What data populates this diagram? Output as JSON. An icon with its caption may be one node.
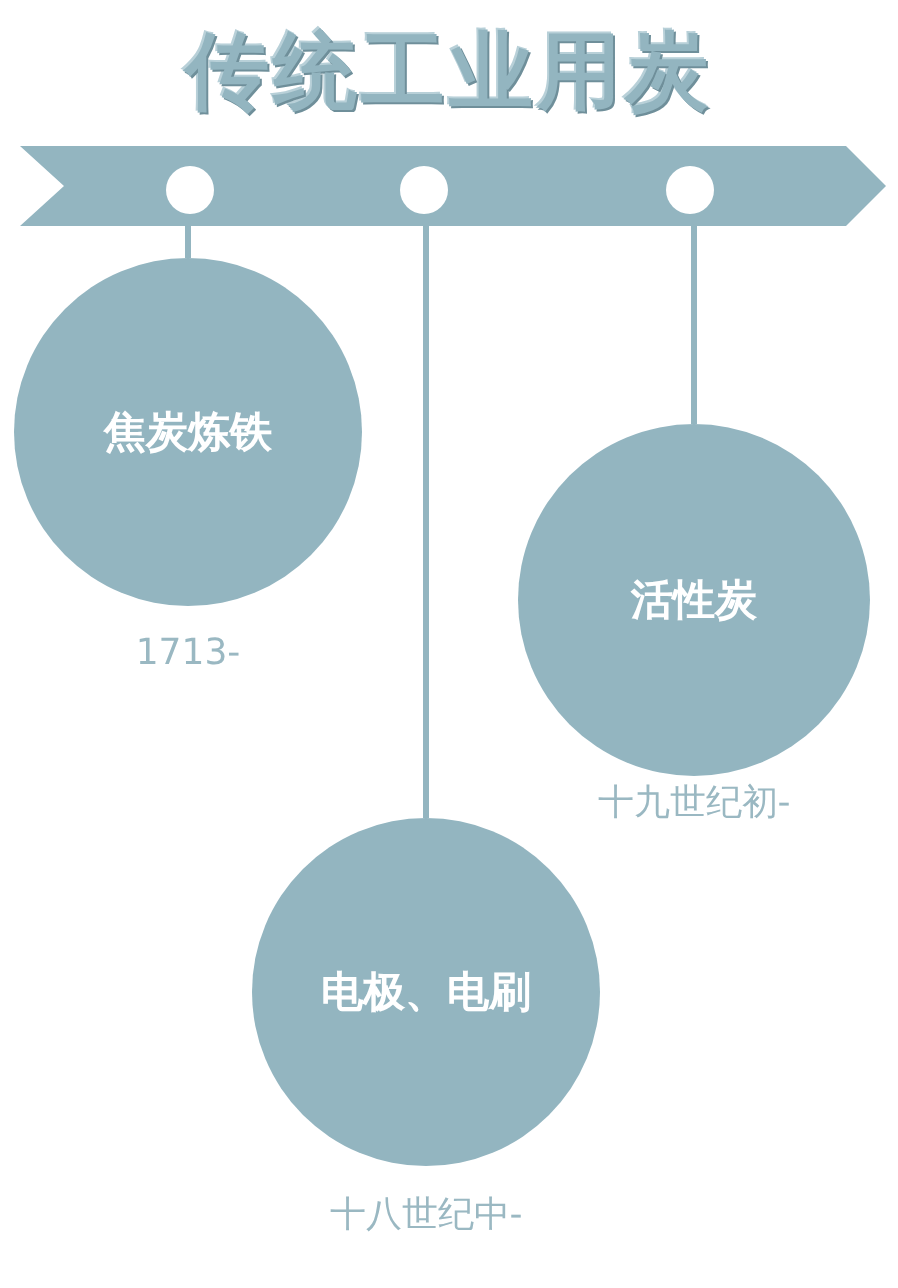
{
  "diagram": {
    "title": "传统工业用炭",
    "nodes": [
      {
        "text": [],
        "shape": "bar"
      },
      {
        "text": [],
        "shape": "circle",
        "in": 0
      },
      {
        "text": [],
        "shape": "circle",
        "in": 0
      },
      {
        "text": [],
        "shape": "circle",
        "in": 0
      },
      {
        "text": [
          "焦炭炼铁"
        ],
        "beside": [
          "1713-"
        ]
      },
      {
        "text": [
          "活性炭"
        ],
        "beside": [
          "十九世纪初-"
        ]
      },
      {
        "text": [
          "电极、电刷"
        ],
        "beside": [
          "十八世纪中-"
        ]
      }
    ],
    "edges": [
      {
        "from": 0,
        "to": 4,
        "arrow": "none"
      },
      {
        "from": 0,
        "to": 5,
        "arrow": "none"
      },
      {
        "from": 0,
        "to": 6,
        "arrow": "none"
      }
    ]
  }
}
